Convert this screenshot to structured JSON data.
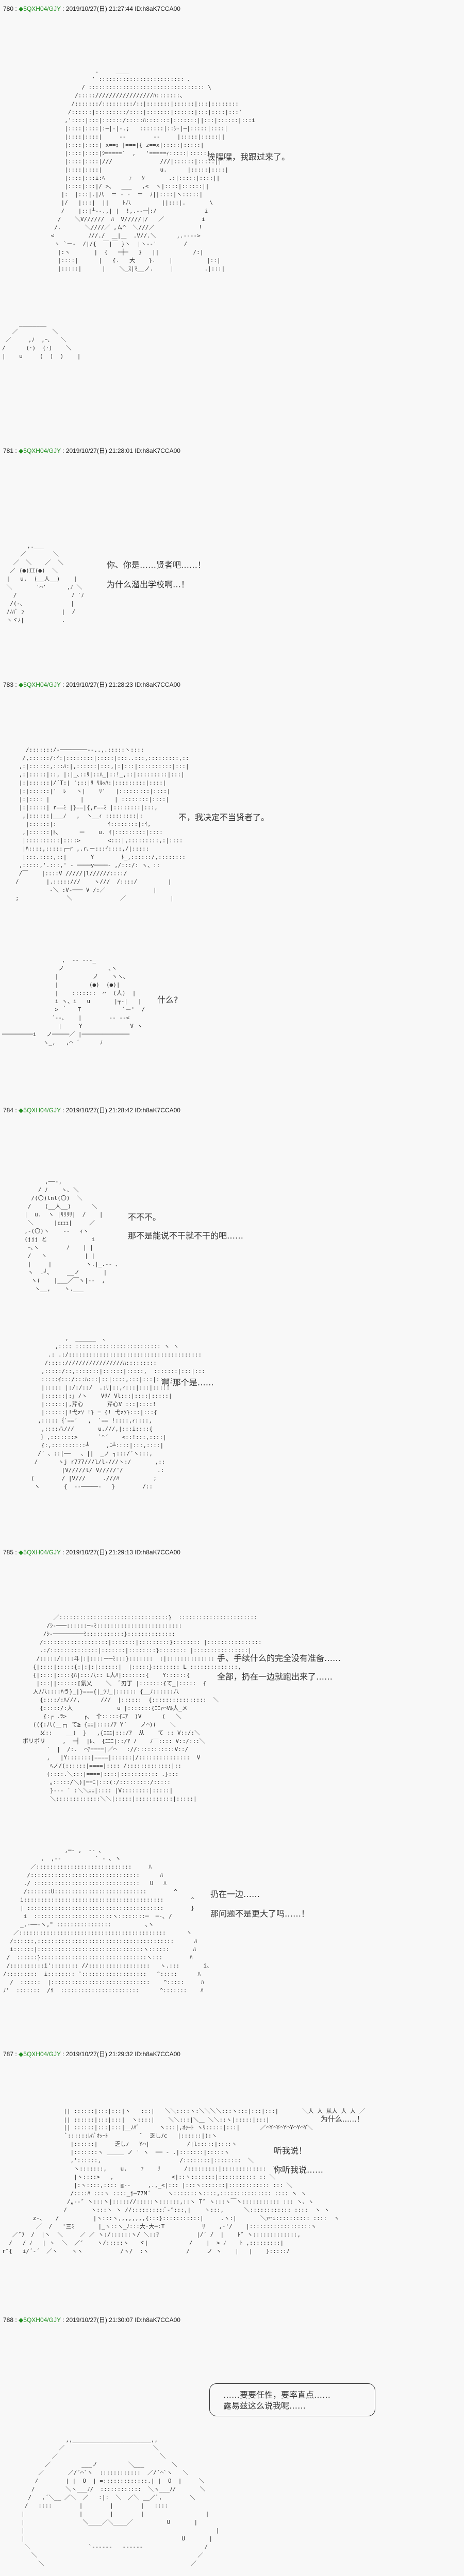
{
  "posts": [
    {
      "num": "780",
      "trip": "5QXH04/GJY",
      "date": "2019/10/27(日) 21:27:44",
      "id": "ID:h8aK7CCA00",
      "lines": [
        "诶嘿嘿，我跟过来了。"
      ]
    },
    {
      "num": "781",
      "trip": "5QXH04/GJY",
      "date": "2019/10/27(日) 21:28:01",
      "id": "ID:h8aK7CCA00",
      "lines": [
        "你、你是……贤者吧……！",
        "为什么溜出学校啊…！"
      ]
    },
    {
      "num": "783",
      "trip": "5QXH04/GJY",
      "date": "2019/10/27(日) 21:28:23",
      "id": "ID:h8aK7CCA00",
      "lines": [
        "不，我决定不当贤者了。",
        "什么?"
      ]
    },
    {
      "num": "784",
      "trip": "5QXH04/GJY",
      "date": "2019/10/27(日) 21:28:42",
      "id": "ID:h8aK7CCA00",
      "lines": [
        "不不不。",
        "那不是能说不干就不干的吧……",
        "啊-那个是……"
      ]
    },
    {
      "num": "785",
      "trip": "5QXH04/GJY",
      "date": "2019/10/27(日) 21:29:13",
      "id": "ID:h8aK7CCA00",
      "lines": [
        "手、手续什么的完全没有准备……",
        "全部，扔在一边就跑出来了……",
        "ポリポリ",
        "扔在一边……",
        "那问题不是更大了吗……！"
      ]
    },
    {
      "num": "787",
      "trip": "5QXH04/GJY",
      "date": "2019/10/27(日) 21:29:32",
      "id": "ID:h8aK7CCA00",
      "lines": [
        "为什么……！",
        "听我说！",
        "你听我说……"
      ]
    },
    {
      "num": "788",
      "trip": "5QXH04/GJY",
      "date": "2019/10/27(日) 21:30:07",
      "id": "ID:h8aK7CCA00",
      "lines": [
        "……要要任性，要率直点……",
        "露易兹这么说我呢……"
      ]
    }
  ],
  "separator": " : ",
  "diamond": "◆",
  "trip_color": "#1f8f1f",
  "art": {
    "a780_main": [
      "              .     ____",
      "             ' ::::::::::::::::::::::::: 、",
      "          / :::::::::::::::::::::::::::::::::: \\",
      "        /::::://///////////////ﾊ:::::::、",
      "       /:::::::/:::::::::/::|:::::::|::::::|:::|::::::::",
      "      /::::::|:::::::::/::::|:::::::|::::::|:::|::::|:::'",
      "     ,'::::|:::|::::::/:::::ﾊ:::::::|:::::::||:::|::::::|:::i",
      "     |::::|::::|:─|-|-.;   :::::::|::ｼ-|─|:::::|::::|",
      "     |::::|::::|     --        --     |:::::|:::::||",
      "     |::::|::::| x==ｪ |===|{ z==x|:::::|:::::|",
      "     |::::|::::|ｼ=====′  ,   '=====ｨ:::::|:::::|",
      "     |::::|::::|///              ///|::::::|:::::||",
      "     |::::|::::|                 u.      |:::::|::::|",
      "     |::::|:::i:ﾍ       ｧ   ｿ       .:|:::::|::::||",
      "     |::::|:::|/ >、  ___   ,<  ヽ|::::|::::::||",
      "    |:  |:::|.|八  ＝ ‐ ‐  ＝  ﾉ||::::|ヽ:::::|",
      "    |/   |:::|  ||    ﾄ八         ||:::|.       \\",
      "    /    |::|┴--.,| |  !,.--─┤:/              i",
      "   /    ＼V//////  ﾊ  V/////|/   ／           i",
      "  /.       ＼////／ ,ム^  ＼///／             !",
      " <          ﾉ//./  ＿|＿  .V//.＼      ,.-‐-->",
      "  ヽ `ー-  /|/{  ￣|￣ }ヽ  |ヽ-‐'        /",
      "   |:ヽ       |  {   ─┼─   }   ||          /:|",
      "   |::::|      |   {.   大    }.    |          |::|",
      "   |:::::|      |    ＼_ｽ|ﾏ__ノ.     |         .|:::|"
    ],
    "a780_small": [
      "     ________",
      "   ／          ＼",
      " ／     ,ﾉ  ,ｰ､   ＼",
      "/      (･)  (･)    ＼",
      "|    u     (  )  )    |"
    ],
    "a781": [
      "       ,.___",
      "     ／        ＼",
      "   ／  ＼    ／  ＼",
      "  ／ (●)ｴｴ(●)  ＼",
      " |   u,  (__人__)    |",
      " ＼       '⌒'      ,ﾉ ＼",
      "   /                ﾉ ′ﾉ",
      "  /(‐､              |",
      " ﾉﾉﾊﾞ ﾝ           |  /",
      " ヽヾﾉ|           ."
    ],
    "a783_main": [
      "   /:::::::/-────────--..,.:::::ヽ::::",
      "  /,::::::/:ｲ:|::::::::|:::::|:::..:::,:::::::::,::",
      " ,:|::::::,:::ﾊ:|,::::::|:::,|:|:::|::::::::::|:::|",
      " ,:|:::::|::, |:|_､::ﾘ|::ﾊ_|::!_,::|:::::::::|:::|",
      " |:|::::::|/´T:| ';::|ﾘ ﾘﾙｯﾊ:|:::::::::|::::|",
      " |:|::::::|'  ﾚ   ヽ|    ﾘ'   |:::::::::|::::|",
      " |:|:::: |         |         | ::::::::|::::|",
      " |:|:::::| r==ﾐ |}==|{,r==ﾐ |::::::::|:::,",
      "  ,|::::::|___ﾉ   ,  ヽ__ｨ :::::::::|:",
      "   |::::::|:               ｲ::::::::|:ｲ,",
      "  ,|::::::|ﾄ､      ー    u. ｲ|:::::::::|::::",
      "  |::::::::::|::::>        <:::|,:::::::::,:|::::",
      "  |ﾊ::::,:::::┌─r ,.r､ー:::ｲ::::,/|:::::",
      "  |:::.::::,::|       Y        ﾄ_,::::::/,::::::::",
      " ,:::::,'.:::,' ‐ ────y────‐ ,/:::/: ヽ、::",
      " /￣    |::::V /////|l//////::::/",
      "/        |.:::::///    ヽ///  /::::/         |",
      "          ‐＼ :V‐─── V /:／              |",
      ";              ＼              ／             |"
    ],
    "a783_small": [
      "   ,  ‐‐ ‐‐‐_",
      "  ノ             ､ヽ",
      " |          ノ    ヽヽ､",
      " |         (●)  (●)|",
      " |    :::::::  ⌒  (人)  |",
      " i ヽ、i   u       |┬‐|   |",
      " > ｀   T            `ー'  /",
      "´‐-､    |        ‐‐ ‐‐<",
      "  |     Y              V ヽ"
    ],
    "a783_cut": [
      "─────────i   ノ─────／ |──────────────",
      "            ヽ_,   ,⌒ ´      ﾉ"
    ],
    "a784_fig": [
      "        ,──‐,",
      "      / ﾉ    ヽ､ ＼",
      "    /(〇)lnl(〇)  ＼",
      "   /    (__人__)      ＼",
      "  |  u.  ヽ |ﾘﾘﾘﾘ|  /    |",
      "   ＼      |ｪｪｪｪ|     ／",
      "  ,-(〇)ヽ    ‐‐   ｨヽ",
      "  (jjj と             i",
      "   ｰ､ヽ        ﾉ    | |",
      "   /   ヽ           | |",
      "   |     |          ヽ.|_.-‐ ､",
      "   ヽ  .┘､     __ノ       |",
      "    ヽ(    |___／￣ヽ|-‐  ,",
      "     ヽ__,    ヽ.___"
    ],
    "a784_second": [
      "          ,  ______  、",
      "       ,:::: ::::::::::::::::::::::::: ヽ ヽ",
      "     .: .:/:::::::::::::::::::::::::::::::::::::::",
      "    /::::://///////////////ﾊ:::::::::",
      "   ,:::::/::,:::::::|::::::|:::::,  :::::::|:::|:::",
      "   :::::ｲ:::/:::ﾊ:::|::|::::,:::|:::|:::::",
      "   |::::: |:/:/::/  .:ﾘ|::,ｨ:::|:::|:::::",
      "   |::::::|:｣ /ヽ    Vﾘ/ Vl:::|::::|:::::|",
      "   |::::::|,芹心       芹心V :::|::::!",
      "   |::::::|!弋zｿ !} = {! 弋zｿ}:::|:::{",
      "  ,:::::｛`==′   ,  `== !::::,ｨ::::,",
      "   ,::::八///       u.///,|:::i::::{",
      "   ｝,:::::::>      `^´    <::!:::,::::|",
      "   {:,::::::::::┴     ,ﾆ┴::::|:::,::::|",
      "  /´ 、::|──   、||  _ノ ┐:::/´ヽ:::,",
      " /      ヽj r777///l/l-///ヽ:/       ,::",
      "         |V/////l/ V/////'/          .:",
      "(        / |V///     .///ﾊ          ;",
      " ヽ       {  ‐‐─────‐   }        /::"
    ],
    "a785_main": [
      "         ／::::::::::::::::::::::::::::::::}  :::::::::::::::::::::::",
      "       /ｼ‐───::::::─‐ﾐ:::::::::::::::::::::::::",
      "      /ｼ‐─────────ﾐ:::::::::::}::::::::::::::",
      "     /:::::::::::::::::::|:::::::|:::::::::}:::::::: |::::::::::::::::",
      "     .:/::::::::::::::|:::::::|::::::::}:::::::: |::::::::::::::::|",
      "    /:::::/::::斗|:|::::ー─ﾐ:::}:::::::  :|:::::::::::::: ,",
      "   {|::::|:::::{:|:|:|::::::|  |:::::}:::::::: L_::::::::::::::,",
      "   {|::::|::::{ﾊ|:::八:: L人ﾊ|:::::::{    Y::::::{",
      "    |:::||::::::[氛乂    ＼  ﾞ刃丁 |:::::::{て_|:::::  {",
      "   人ﾉ八::::ﾊう}_|}==={|_ﾂﾘ_|:::::: {__ﾉ::::::八",
      "     {::::/:ﾊ///,      ///  |::::::  {::::::::::::::::  ＼",
      "     {:::::/:人             u |:::::::{ﾆﾆｧ⌒Vﾙ人_メ",
      "      {:┌ .ﾂ>     ┌、 个:::::{ﾆｱ  )V      (   ＼",
      "   (({:八(＿┌┐ て≧ {ﾆﾆ|::::/ｱ Y´    ノ⌒)(    ＼",
      "     乂::    __)  }   ,{ﾆﾆﾆ|:::/ｱ  从    て :: V::/:＼",
      "ポリポリ     ,  ─┤  |ﾚ、 {ﾆﾆﾆ|::/ｱ ﾉ    ﾉ￣:::: V::/:::＼",
      "       ′  |  /:.  ⌒ｱ====|／⌒   ://:::::::::::V::/",
      "       ,   |Y:::::::|====|::::::|/:::::::::::::::  V",
      "        ﾍノ/(::::::|====|:::: /:::::::::::::|::",
      "       (::::.＼:::|====|::::|::::::::::: .}:::",
      "        ｡:::::/＼)|==ﾆ|:::(:/:::::::::/:::::",
      "        }‐‐‐ ′ :＼＼ﾆﾆ|:::: |V::::::::|:::::|",
      "        ＼:::::::::::::＼＼|:::::|:::::::::::|:::::|"
    ],
    "a785_second": [
      "                  ,─‐ ,  -‐ ､",
      "           ,  ,-‐          ` ‐ ､ ヽ",
      "        ／::::::::::::::::::::::::::::     ﾊ",
      "       /::::::::::::::::::::::::::::::::      ﾊ",
      "      ./ :::::::::::::::::::::::::::::::   U   ﾊ",
      "      /:::::::U:::::::::::::::::::::::::::        ^",
      "     i:::::::::::::::::::::::::::::::::::::::::        ^",
      "     | ::::::::::::::::::::::::::::::::::::::::        }",
      "      i  :::::::::::::::::::::::ヽ::::::::─  ─-､ /",
      "     _,-──-ヽ,\" ::::::::::::::::          ､ヽ",
      "   ／:::::::::::::::::::::::::::::::::::::::::::      ヽ",
      "  /::::::,::::::::::::::::::::::::::::::::::::::::      ﾊ",
      "  i::::::|:::::::::::::::::::::::::::::::ヽ::::::       ﾊ",
      " /  ::::::}:::::::::::::::::::::::::::::::ヽ:::        ﾊ",
      " /::::::::::i':::::::: //::::::::::::::::::   ヽ.:::       i、",
      "/:::::::::  i:::::::: ″:::::::::::::::::::   ^:::::      ﾊ",
      "  /  ::::::  |:::::::::::::::::::::::::::::    ^:::::     ﾊ",
      "ﾉ'  :::::::  /i  :::::::::::::::::::::::      ^:::::::    ﾊ"
    ],
    "a787": [
      "                  || ::::::|:::|:::|ヽ   :::|   ＼＼::::ヽ:＼＼＼＼:::ヽ:::|:::|:::|       ＼人 人 从人 人 人 ／",
      "                  || ::::::|:::|:::|  ヽ::::|    ＼＼:::|＼＿ ＼＼::ヽ|:::::|:::|",
      "                  || ::::::|:::|:::|＿ﾉﾊﾞ      ヽ:::|,ｵｯｰﾄ ヽﾘ:::::|:::|      ／⌒Y⌒Y⌒Y⌒Y⌒Y⌒Y＼",
      "                   ﾞ::::::ﾚﾊﾞｵｯｰﾄ          ﾞ  乏しﾉc   |::::::|):ヽ",
      "                    |::::::|     乏しﾉ   Y⌒|           /|l:::::|::::ヽ",
      "                    |:::::::ヽ ＿＿＿ ノ ' ヽ  ── ‐ .|:::::::|:::::ヽ",
      "                    ,'::::::,                       /::::::::|::::::::  ＼",
      "                     ヽ:::::::,    u.    ｧ    ﾘ       /:::::::::|:::::::::::::  ＼",
      "                     |ヽ::::>   ,                 <|::ヽ:::::::|::::::::::: :: ＼",
      "                     |:ヽ::::,:::: ≧-‐     ,.,_<|::: |:::ヽ:::::::|:::::::::::: ::: ＼",
      "                    /::::ﾊ :::ヽ ::::_j─77M´     ヽ:::::::ヽ::::,::::::::::::::: :::: ヽ ヽ",
      "                   /„-‐″ ヽ:::ヽ|::::://:::::ヽ::::::,::ヽ T″ ヽ:::ヽ￣ヽ::::::::::: ::: ヽ、ヽ",
      "                  /       ヽ:::ヽ ヽ //::::::::::ﾞ-″:::,|    ヽ:::,      ＼:::::::::::: ::::  ヽ ヽ",
      "         z-、   /          |ヽ:::ヽ,,,,,,,,{:::}:::::::::::|     .ヽ:|       ＼ｧ⌒i:::::::::: ::::  ヽ",
      "          ／  /   '三ﾐ       |_ヽ::ヽ_ﾉ:::大‐大─:T           ﾘ    ,-'/    |::::::::::::::::::ヽ",
      "   ／″ﾌ  /  |ヽ  ＼     ／ ／ ヽ:/::::::ヽ/ ＼::ｦ           |/′ /  |    ﾄ″ ヽ:::::::::::::,",
      "  /   / ﾉ   | ヽ  ＼  ／″    ヽ/:::::ヽ   ヾ|            /    |  > ﾉ    ﾄ ,:::::::::|",
      "r″{   i/´‐´  ／ヽ    ヽヽ           /ヽ/  :ヽ           /     ノ ヽ    |   |    }:::::ﾉ"
    ],
    "a788_face": [
      "                  ,,_______________________,,",
      "                ／                          ＼",
      "              ／                              ＼",
      "            ／         ___ノ         ＼___        ＼",
      "          ／       ／/´⌒`ヽ  ::::::::::::  ／/´⌒`ヽ   ＼",
      "         /        | |  O  | =:::::::::::::.| |  O  |     ＼",
      "        /         ＼ヽ___ﾉ/  ::::::::::::  ＼ヽ___ﾉ/       ＼",
      "       /   ,´＼__ ／＼  ／   :|:  ＼  ／＼ __／`,        ＼",
      "      /   ::::        |        |        |   ::::         ",
      "     |                |        |        |                  |",
      "     |                 ＼____／＼____／          U       |",
      "     |                                                        |",
      "     |                                              U       |",
      "      ＼                 `‐‐‐‐‐‐   ‐‐‐‐‐‐                  /",
      "        ＼                                               ／",
      "          ＼                                           ／"
    ]
  }
}
